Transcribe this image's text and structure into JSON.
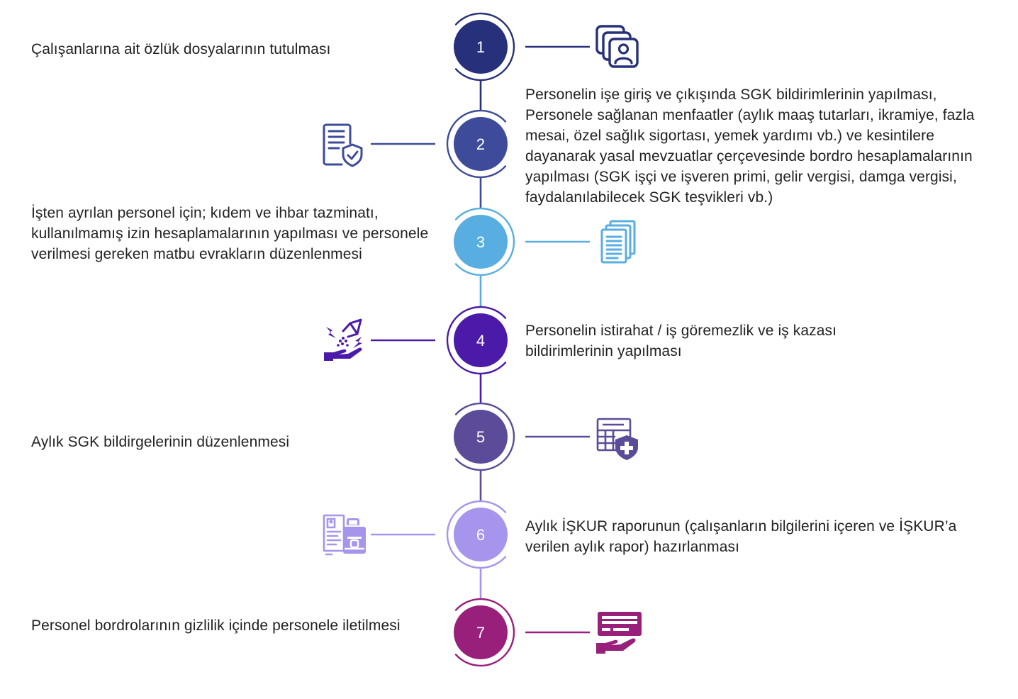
{
  "steps": [
    {
      "number": "1",
      "color": "#27307a",
      "icon": "id-card-stack-icon",
      "icon_side": "right",
      "text_side": "left",
      "text": "Çalışanlarına ait özlük dosyalarının tutulması"
    },
    {
      "number": "2",
      "color": "#3d4b9a",
      "icon": "document-shield-icon",
      "icon_side": "left",
      "text_side": "right",
      "text": "Personelin işe giriş ve çıkışında SGK bildirimlerinin yapılması, Personele sağlanan menfaatler (aylık maaş tutarları, ikramiye, fazla mesai, özel sağlık sigortası, yemek yardımı vb.) ve kesintilere dayanarak yasal mevzuatlar çerçevesinde bordro hesaplamalarının yapılması (SGK işçi ve işveren primi, gelir vergisi, damga vergisi, faydalanılabilecek SGK teşvikleri vb.)"
    },
    {
      "number": "3",
      "color": "#58aee0",
      "icon": "document-stack-icon",
      "icon_side": "right",
      "text_side": "left",
      "text": "İşten ayrılan personel için; kıdem ve ihbar tazminatı, kullanılmamış izin hesaplamalarının yapılması ve personele verilmesi gereken matbu evrakların düzenlenmesi"
    },
    {
      "number": "4",
      "color": "#4b1aa8",
      "icon": "hand-hazard-icon",
      "icon_side": "left",
      "text_side": "right",
      "text": "Personelin istirahat / iş göremezlik ve iş kazası bildirimlerinin yapılması"
    },
    {
      "number": "5",
      "color": "#5c4b98",
      "icon": "form-health-shield-icon",
      "icon_side": "right",
      "text_side": "left",
      "text": "Aylık SGK bildirgelerinin düzenlenmesi"
    },
    {
      "number": "6",
      "color": "#a794ec",
      "icon": "employment-report-icon",
      "icon_side": "left",
      "text_side": "right",
      "text": "Aylık İŞKUR raporunun (çalışanların bilgilerini içeren ve İŞKUR’a verilen aylık rapor) hazırlanması"
    },
    {
      "number": "7",
      "color": "#98207a",
      "icon": "hand-card-icon",
      "icon_side": "right",
      "text_side": "left",
      "text": "Personel bordrolarının gizlilik içinde personele iletilmesi"
    }
  ]
}
